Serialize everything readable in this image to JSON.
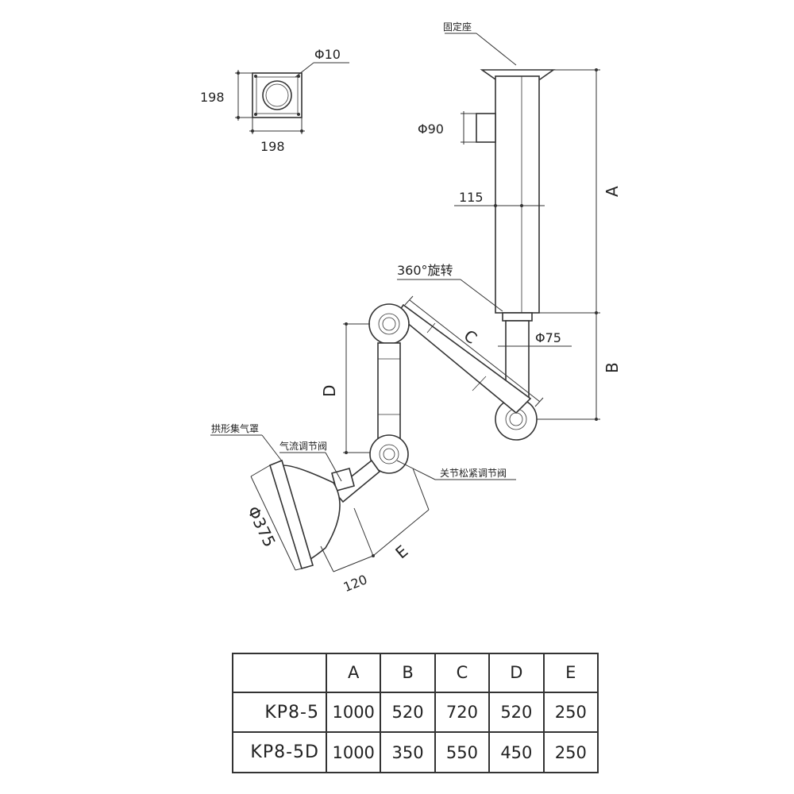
{
  "labels": {
    "flange_hole": "Φ10",
    "flange_width": "198",
    "flange_height": "198",
    "mount_seat": "固定座",
    "outlet_dia": "Φ90",
    "tube_width": "115",
    "rotation": "360°旋转",
    "pipe_dia": "Φ75",
    "dim_a": "A",
    "dim_b": "B",
    "dim_c": "C",
    "dim_d": "D",
    "dim_e": "E",
    "hood_name": "拱形集气罩",
    "airflow_valve": "气流调节阀",
    "joint_valve": "关节松紧调节阀",
    "hood_dia": "Φ375",
    "hood_neck": "120"
  },
  "table": {
    "headers": [
      "",
      "A",
      "B",
      "C",
      "D",
      "E"
    ],
    "rows": [
      {
        "model": "KP8-5",
        "values": [
          "1000",
          "520",
          "720",
          "520",
          "250"
        ]
      },
      {
        "model": "KP8-5D",
        "values": [
          "1000",
          "350",
          "550",
          "450",
          "250"
        ]
      }
    ]
  }
}
